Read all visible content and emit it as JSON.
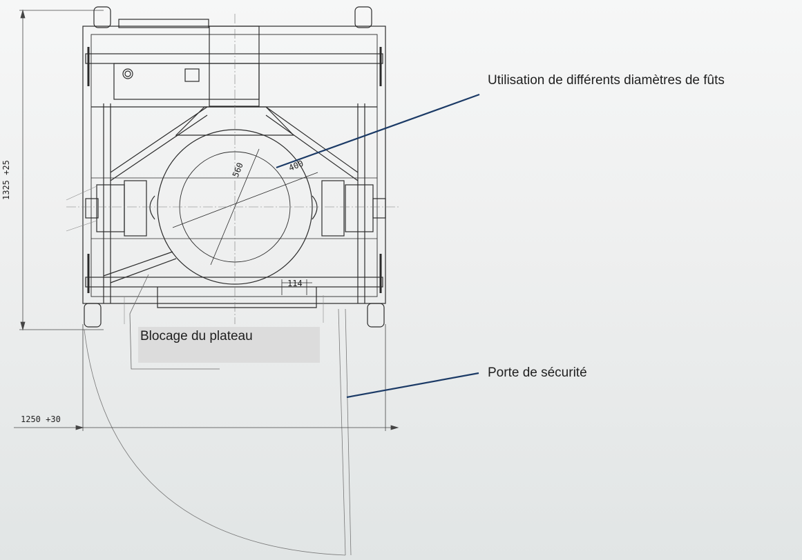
{
  "callouts": {
    "drum_diameters": "Utilisation de différents diamètres de fûts",
    "safety_door": "Porte de sécurité",
    "plate_lock": "Blocage du plateau"
  },
  "dimensions": {
    "height": "1325 +25",
    "width": "1250 +30",
    "diameter_large": "560",
    "diameter_small": "400",
    "gap": "114"
  },
  "colors": {
    "line": "#2b2b2b",
    "thin_line": "#6a6a6a",
    "leader": "#1b3a66",
    "label_box": "#dcdcdc"
  }
}
